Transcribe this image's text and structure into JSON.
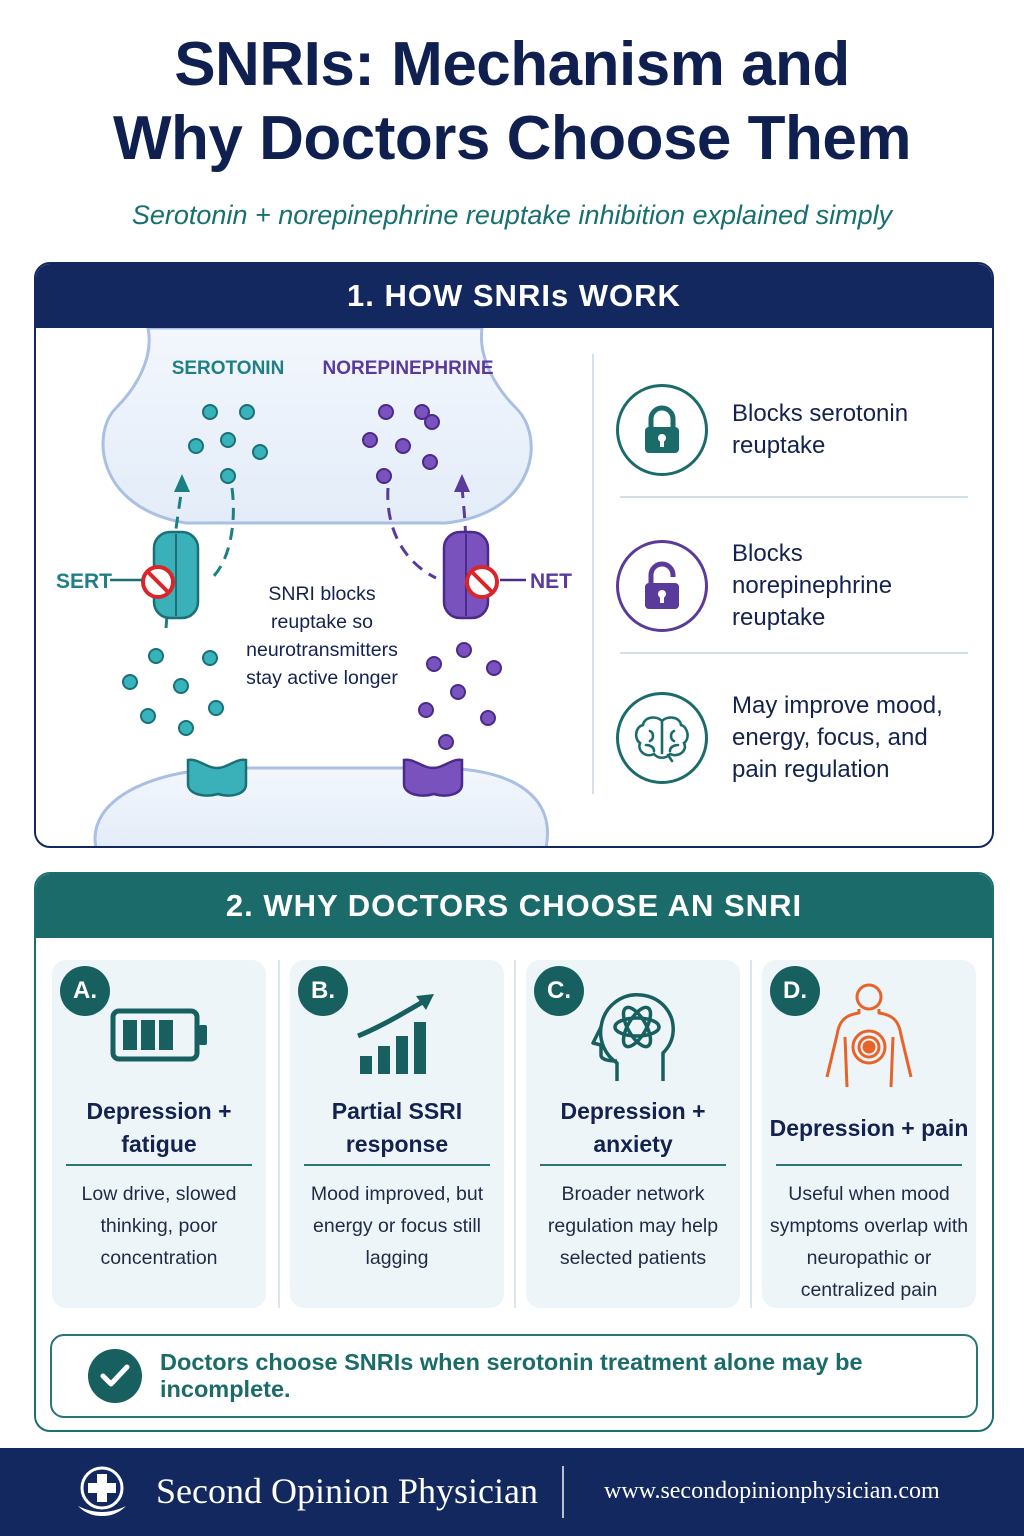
{
  "header": {
    "title_line1": "SNRIs: Mechanism and",
    "title_line2": "Why Doctors Choose Them",
    "subtitle": "Serotonin + norepinephrine reuptake inhibition explained simply"
  },
  "section1": {
    "heading": "1. HOW SNRIs WORK",
    "diagram": {
      "serotonin_label": "SEROTONIN",
      "norepinephrine_label": "NOREPINEPHRINE",
      "sert_label": "SERT",
      "net_label": "NET",
      "center_text": [
        "SNRI blocks",
        "reuptake so",
        "neurotransmitters",
        "stay active longer"
      ]
    },
    "benefits": [
      {
        "icon": "lock-icon",
        "line1": "Blocks serotonin",
        "line2": "reuptake",
        "line3": ""
      },
      {
        "icon": "unlock-icon",
        "line1": "Blocks norepinephrine",
        "line2": "reuptake",
        "line3": ""
      },
      {
        "icon": "brain-icon",
        "line1": "May improve mood,",
        "line2": "energy, focus, and",
        "line3": "pain regulation"
      }
    ]
  },
  "section2": {
    "heading": "2. WHY DOCTORS CHOOSE AN SNRI",
    "cards": [
      {
        "badge": "A.",
        "icon": "battery-icon",
        "heading": "Depression + fatigue",
        "desc": "Low drive, slowed thinking, poor concentration"
      },
      {
        "badge": "B.",
        "icon": "bar-chart-icon",
        "heading": "Partial SSRI response",
        "desc": "Mood improved, but energy or focus still lagging"
      },
      {
        "badge": "C.",
        "icon": "head-network-icon",
        "heading": "Depression + anxiety",
        "desc": "Broader network regulation may help selected patients"
      },
      {
        "badge": "D.",
        "icon": "body-pain-icon",
        "heading": "Depression + pain",
        "desc": "Useful when mood symptoms overlap with neuropathic or centralized pain"
      }
    ],
    "callout": "Doctors choose SNRIs when serotonin treatment alone may be incomplete."
  },
  "footer": {
    "brand": "Second Opinion Physician",
    "url": "www.secondopinionphysician.com"
  },
  "colors": {
    "navy": "#13285e",
    "teal": "#1b6b6b",
    "serotonin": "#2aa7b0",
    "norepinephrine": "#6a43a8",
    "block_red": "#d9262b",
    "pain_orange": "#e8632a"
  }
}
